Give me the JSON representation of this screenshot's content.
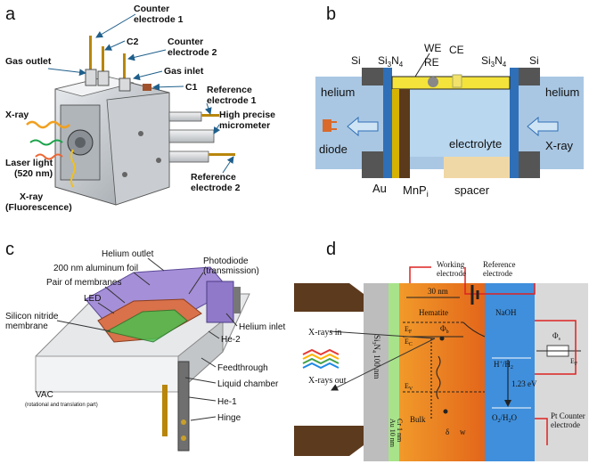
{
  "panels": {
    "a": {
      "letter": "a",
      "labels": {
        "counter1": "Counter electrode 1",
        "c2": "C2",
        "counter2": "Counter electrode 2",
        "gas_outlet": "Gas outlet",
        "gas_inlet": "Gas inlet",
        "c1": "C1",
        "reference1": "Reference electrode 1",
        "micrometer": "High precise micrometer",
        "xray": "X-ray",
        "laser": "Laser light (520 nm)",
        "reference2": "Reference electrode 2",
        "xray_fluor": "X-ray (Fluorescence)"
      }
    },
    "b": {
      "letter": "b",
      "labels": {
        "we": "WE",
        "re": "RE",
        "ce": "CE",
        "si_left": "Si",
        "si3n4_left": "Si3N4",
        "si3n4_right": "Si3N4",
        "si_right": "Si",
        "helium_left": "helium",
        "helium_right": "helium",
        "diode": "diode",
        "xray": "X-ray",
        "electrolyte": "electrolyte",
        "au": "Au",
        "mnpi": "MnPi",
        "spacer": "spacer"
      }
    },
    "c": {
      "letter": "c",
      "labels": {
        "helium_outlet": "Helium outlet",
        "al_foil": "200 nm aluminum foil",
        "photodiode": "Photodiode (transmission)",
        "membranes": "Pair of membranes",
        "led": "LED",
        "sin_membrane": "Silicon nitride membrane",
        "helium_inlet": "Helium inlet",
        "he2": "He-2",
        "feedthrough": "Feedthrough",
        "vac": "VAC",
        "vac_sub": "(rotational and translation part)",
        "liquid_chamber": "Liquid chamber",
        "he1": "He-1",
        "hinge": "Hinge"
      }
    },
    "d": {
      "letter": "d",
      "labels": {
        "working": "Working electrode",
        "reference": "Reference electrode",
        "thickness": "30 nm",
        "hematite": "Hematite",
        "naoh": "NaOH",
        "phi": "Φ",
        "xrays_in": "X-rays in",
        "xrays_out": "X-rays out",
        "sin": "Si3N4 100 nm",
        "au_layer": "Au 10 nm",
        "cr_layer": "Cr 1 nm",
        "h_couple": "H+/H2",
        "potential": "1.23 eV",
        "o_couple": "O2/H2O",
        "bulk": "Bulk",
        "delta": "δ",
        "w": "w",
        "pt": "Pt Counter electrode",
        "ev": "Ev",
        "ec": "Ec",
        "efn": "E*F",
        "efb": "Eb"
      }
    }
  }
}
